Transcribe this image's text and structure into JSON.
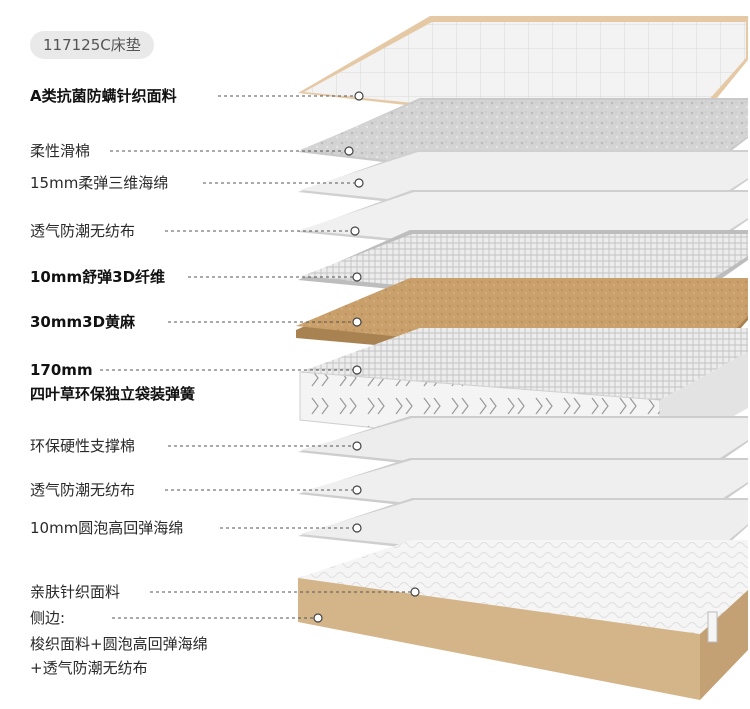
{
  "product_tag": "117125C床垫",
  "layers": [
    {
      "id": "top-fabric",
      "label": "A类抗菌防螨针织面料",
      "bold": true
    },
    {
      "id": "cotton",
      "label": "柔性滑棉",
      "bold": false
    },
    {
      "id": "foam-15",
      "label": "15mm柔弹三维海绵",
      "bold": false
    },
    {
      "id": "nonwoven-1",
      "label": "透气防潮无纺布",
      "bold": false
    },
    {
      "id": "fiber-3d",
      "label": "10mm舒弹3D纤维",
      "bold": true
    },
    {
      "id": "coir",
      "label": "30mm3D黄麻",
      "bold": true
    },
    {
      "id": "springs",
      "label": "170mm",
      "label2": "四叶草环保独立袋装弹簧",
      "bold": true
    },
    {
      "id": "support",
      "label": "环保硬性支撑棉",
      "bold": false
    },
    {
      "id": "nonwoven-2",
      "label": "透气防潮无纺布",
      "bold": false
    },
    {
      "id": "foam-10",
      "label": "10mm圆泡高回弹海绵",
      "bold": false
    },
    {
      "id": "base",
      "label": "亲肤针织面料",
      "side_title": "侧边:",
      "side_line1": "梭织面料+圆泡高回弹海绵",
      "side_line2": "+透气防潮无纺布",
      "bold": false
    }
  ],
  "colors": {
    "white_layer": "#f1f1f1",
    "gray_layer": "#dadada",
    "coir": "#c8a06a",
    "base_side": "#d2b48a",
    "leader": "#555555"
  }
}
